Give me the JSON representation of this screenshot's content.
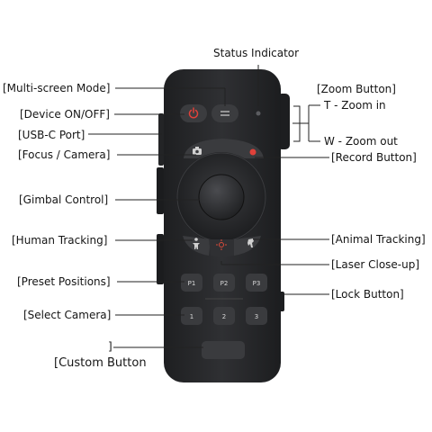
{
  "labels": {
    "status_indicator": "Status Indicator",
    "multi_screen_mode": "[Multi-screen Mode]",
    "device_on_off": "[Device ON/OFF]",
    "usb_c_port": "[USB-C Port]",
    "focus_camera": "[Focus / Camera]",
    "gimbal_control": "[Gimbal Control]",
    "human_tracking": "[Human Tracking]",
    "preset_positions": "[Preset Positions]",
    "select_camera": "[Select Camera]",
    "custom_button_bracket": "]",
    "custom_button": "[Custom Button",
    "zoom_button": "[Zoom Button]",
    "zoom_in": "T - Zoom in",
    "zoom_out": "W - Zoom out",
    "record_button": "[Record Button]",
    "animal_tracking": "[Animal Tracking]",
    "laser_close_up": "[Laser Close-up]",
    "lock_button": "[Lock Button]"
  },
  "buttons": {
    "preset_1": "P1",
    "preset_2": "P2",
    "preset_3": "P3",
    "camera_1": "1",
    "camera_2": "2",
    "camera_3": "3"
  },
  "colors": {
    "body": "#2b2c2e",
    "button": "#3d3e41",
    "power_red": "#d6342c",
    "record_red": "#e0413a",
    "laser_red": "#d94a3a"
  },
  "icons": [
    "power-icon",
    "multi-screen-icon",
    "camera-icon",
    "human-tracking-icon",
    "laser-icon",
    "animal-tracking-icon"
  ]
}
